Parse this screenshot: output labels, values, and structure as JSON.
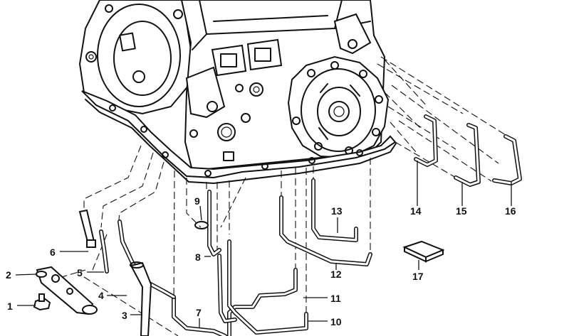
{
  "parts": [
    {
      "id": "p1",
      "label": "1"
    },
    {
      "id": "p2",
      "label": "2"
    },
    {
      "id": "p3",
      "label": "3"
    },
    {
      "id": "p4",
      "label": "4"
    },
    {
      "id": "p5",
      "label": "5"
    },
    {
      "id": "p6",
      "label": "6"
    },
    {
      "id": "p7",
      "label": "7"
    },
    {
      "id": "p8",
      "label": "8"
    },
    {
      "id": "p9",
      "label": "9"
    },
    {
      "id": "p10",
      "label": "10"
    },
    {
      "id": "p11",
      "label": "11"
    },
    {
      "id": "p12",
      "label": "12"
    },
    {
      "id": "p13",
      "label": "13"
    },
    {
      "id": "p14",
      "label": "14"
    },
    {
      "id": "p15",
      "label": "15"
    },
    {
      "id": "p16",
      "label": "16"
    },
    {
      "id": "p17",
      "label": "17"
    }
  ]
}
